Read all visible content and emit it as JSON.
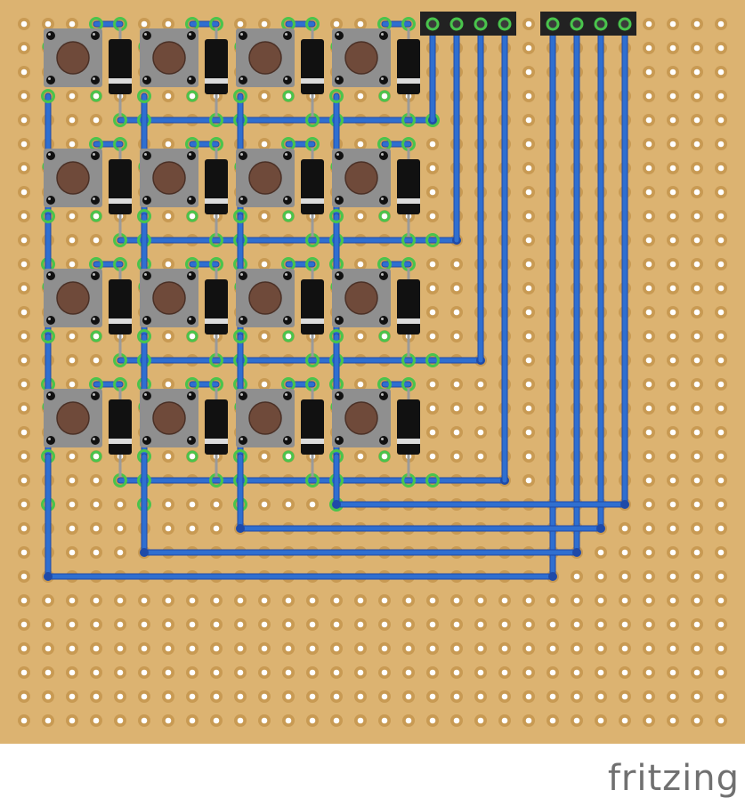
{
  "brand": "fritzing",
  "colors": {
    "board": "#dcb371",
    "hole_ring": "#c89a53",
    "hole_center": "#ffffff",
    "wire": "#2f6fd0",
    "wire_edge": "#1f4aa8",
    "lead": "#49c44c",
    "button_body": "#8f8f8f",
    "button_cap": "#6f4a3a",
    "diode_body": "#111111",
    "diode_band": "#dcdcdc",
    "header": "#222222"
  },
  "grid": {
    "columns": 30,
    "rows": 30
  },
  "keypad": {
    "rows": 4,
    "columns": 4,
    "button_count": 16,
    "diode_count": 16
  },
  "headers": {
    "left_pins": 4,
    "right_pins": 4
  }
}
